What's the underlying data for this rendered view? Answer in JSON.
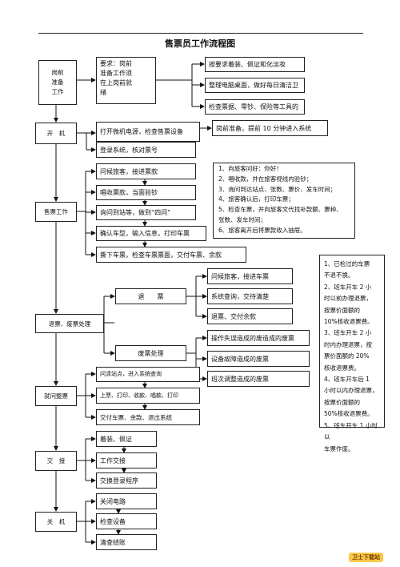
{
  "title": "售票员工作流程图",
  "stages": [
    {
      "key": "prep",
      "label": "岗前\n准备\n工作"
    },
    {
      "key": "open",
      "label": "开　机"
    },
    {
      "key": "sell",
      "label": "售票工作"
    },
    {
      "key": "refund",
      "label": "退票、废票处理"
    },
    {
      "key": "query",
      "label": "就问整票"
    },
    {
      "key": "handover",
      "label": "交　接"
    },
    {
      "key": "shutdown",
      "label": "关　机"
    }
  ],
  "prep": {
    "requirement": "要求：岗前\n准备工作须\n在上岗前就\n绪",
    "steps": [
      "按要求着装、佩证和化淡妆",
      "整理电脑桌面，做好每日清洁卫",
      "检查票据、零钞、保险等工具的"
    ]
  },
  "open": {
    "steps": [
      "打开微机电源，检查售票设备",
      "登录系统，核对票号"
    ],
    "note": "岗前准备，提前 10 分钟进入系统"
  },
  "sell": {
    "steps": [
      "问候旅客，接进票款",
      "唱收票款，当面验钞",
      "询问到站等，做到“四问”",
      "确认车型，输入信息，打印车票",
      "撕下车票，检查车票票面，交付车票、余款"
    ],
    "notes": [
      "1、向旅客问好：你好！",
      "2、唱收款，并在旅客视线内验钞；",
      "3、询问到达站点、张数、票价、发车时间；",
      "4、旅客确认后，打印车票；",
      "5、检查车票，并向旅客文代找补款额、票种、",
      "张数、发车时间；",
      "6、旅客离开后将票款收入抽屉。"
    ]
  },
  "refund": {
    "refund_label": "退　　票",
    "void_label": "废票处理",
    "refund_steps": [
      "问候旅客，接进车票",
      "系统查询，交待清楚",
      "退票、交付余款"
    ],
    "void_steps": [
      "操作失误造成的废造成的废票",
      "设备故障造成的废票",
      "班次调整造成的废票"
    ]
  },
  "query": {
    "steps": [
      "问清站点，进入系统查询",
      "上票、打印、收款、唱款、打印",
      "交付车票、余款、退出系统"
    ]
  },
  "handover": {
    "steps": [
      "着装、佩证",
      "工作交接",
      "交换登录程序"
    ]
  },
  "shutdown": {
    "steps": [
      "关闭电路",
      "检查设备",
      "清查结账"
    ]
  },
  "refund_rules": [
    "1、已检过的车票",
    "不退不换。",
    "2、班车开车 2 小",
    "时以前办理退票，",
    "按票价面额的",
    "10%核收退票费。",
    "3、班车开车 2 小",
    "时内办理退票，按",
    "票价面额的 20%",
    "核收退票费。",
    "4、班车开车后 1",
    "小时以内办理退票，",
    "按票价面额的",
    "50%核收退票费。",
    "5、班车开车 1 小时以",
    "车票作废。"
  ],
  "logo_text": "卫士下载站"
}
